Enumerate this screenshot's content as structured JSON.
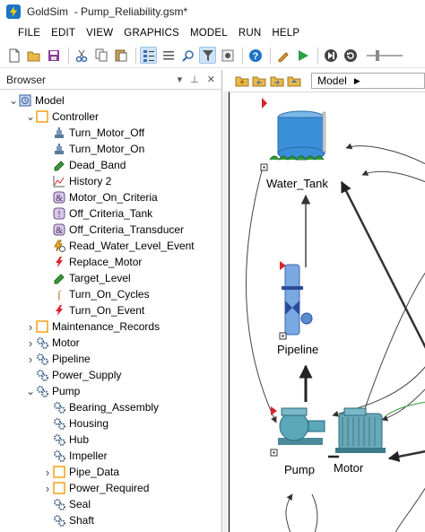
{
  "window": {
    "app_name": "GoldSim",
    "file_title": "- Pump_Reliability.gsm*"
  },
  "menu": [
    "FILE",
    "EDIT",
    "VIEW",
    "GRAPHICS",
    "MODEL",
    "RUN",
    "HELP"
  ],
  "browser": {
    "title": "Browser",
    "items": [
      {
        "label": "Model",
        "icon": "model-icon"
      },
      {
        "label": "Controller",
        "icon": "container-icon"
      },
      {
        "label": "Turn_Motor_Off",
        "icon": "action-icon"
      },
      {
        "label": "Turn_Motor_On",
        "icon": "action-icon"
      },
      {
        "label": "Dead_Band",
        "icon": "data-icon"
      },
      {
        "label": "History 2",
        "icon": "history-icon"
      },
      {
        "label": "Motor_On_Criteria",
        "icon": "expression-icon"
      },
      {
        "label": "Off_Criteria_Tank",
        "icon": "selector-icon"
      },
      {
        "label": "Off_Criteria_Transducer",
        "icon": "expression-icon"
      },
      {
        "label": "Read_Water_Level_Event",
        "icon": "event-icon"
      },
      {
        "label": "Replace_Motor",
        "icon": "trigger-icon"
      },
      {
        "label": "Target_Level",
        "icon": "data-icon"
      },
      {
        "label": "Turn_On_Cycles",
        "icon": "integrator-icon"
      },
      {
        "label": "Turn_On_Event",
        "icon": "trigger-icon"
      },
      {
        "label": "Maintenance_Records",
        "icon": "container-icon"
      },
      {
        "label": "Motor",
        "icon": "gears-icon"
      },
      {
        "label": "Pipeline",
        "icon": "gears-icon"
      },
      {
        "label": "Power_Supply",
        "icon": "gears-icon"
      },
      {
        "label": "Pump",
        "icon": "gears-icon"
      },
      {
        "label": "Bearing_Assembly",
        "icon": "gears-icon"
      },
      {
        "label": "Housing",
        "icon": "gears-icon"
      },
      {
        "label": "Hub",
        "icon": "gears-icon"
      },
      {
        "label": "Impeller",
        "icon": "gears-icon"
      },
      {
        "label": "Pipe_Data",
        "icon": "container-icon"
      },
      {
        "label": "Power_Required",
        "icon": "container-icon"
      },
      {
        "label": "Seal",
        "icon": "gears-icon"
      },
      {
        "label": "Shaft",
        "icon": "gears-icon"
      }
    ]
  },
  "canvas": {
    "path_label": "Model",
    "nodes": {
      "water_tank": "Water_Tank",
      "pipeline": "Pipeline",
      "pump": "Pump",
      "motor": "Motor"
    }
  },
  "colors": {
    "accent": "#1e73c8",
    "container": "#f5a623",
    "tank": "#3a8fd8",
    "red": "#d8232a"
  }
}
